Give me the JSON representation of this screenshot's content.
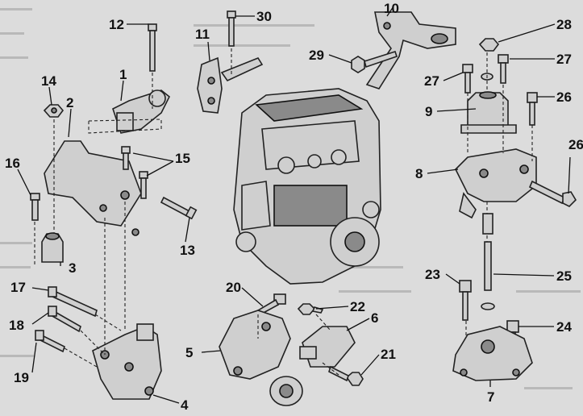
{
  "labels": {
    "1": "1",
    "2": "2",
    "3": "3",
    "4": "4",
    "5": "5",
    "6": "6",
    "7": "7",
    "8": "8",
    "9": "9",
    "10": "10",
    "11": "11",
    "12": "12",
    "13": "13",
    "14": "14",
    "15": "15",
    "16": "16",
    "17": "17",
    "18": "18",
    "19": "19",
    "20": "20",
    "21": "21",
    "22": "22",
    "23": "23",
    "24": "24",
    "25": "25",
    "26": "26",
    "27": "27",
    "28": "28",
    "29": "29",
    "30": "30"
  },
  "colors": {
    "background": "#dcdcdc",
    "part_fill": "#cfcfcf",
    "line": "#111111"
  }
}
